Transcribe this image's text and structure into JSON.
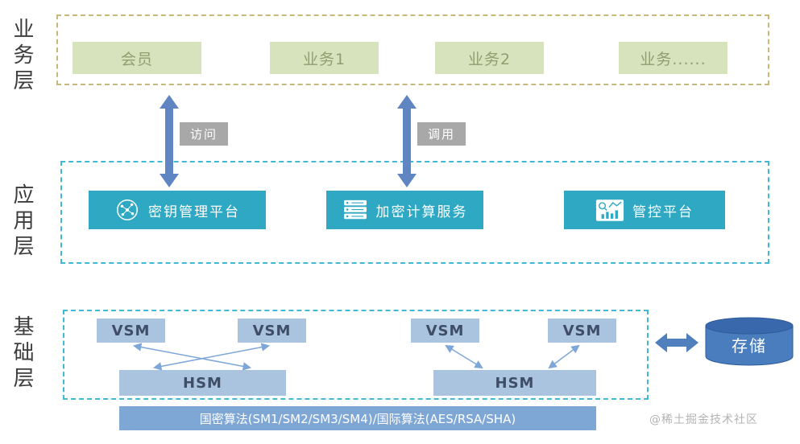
{
  "business_layer": {
    "label": "业务层",
    "boxes": [
      {
        "label": "会员"
      },
      {
        "label": "业务1"
      },
      {
        "label": "业务2"
      },
      {
        "label": "业务......"
      }
    ]
  },
  "app_layer": {
    "label": "应用层",
    "boxes": [
      {
        "label": "密钥管理平台",
        "icon": "network-icon"
      },
      {
        "label": "加密计算服务",
        "icon": "server-icon"
      },
      {
        "label": "管控平台",
        "icon": "dashboard-icon"
      }
    ]
  },
  "base_layer": {
    "label": "基础层",
    "vsm": [
      {
        "label": "VSM"
      },
      {
        "label": "VSM"
      },
      {
        "label": "VSM"
      },
      {
        "label": "VSM"
      }
    ],
    "hsm": [
      {
        "label": "HSM"
      },
      {
        "label": "HSM"
      }
    ],
    "algorithms": "国密算法(SM1/SM2/SM3/SM4)/国际算法(AES/RSA/SHA)"
  },
  "connectors": {
    "access_label": "访问",
    "invoke_label": "调用"
  },
  "storage": {
    "label": "存储",
    "icon": "database-cylinder"
  },
  "watermark": "@稀土掘金技术社区",
  "colors": {
    "business_box": "#d6e3bc",
    "business_frame": "#c6b878",
    "layer_frame": "#41b9d6",
    "app_box": "#2fa9c3",
    "vsm_hsm_box": "#aac4e0",
    "algorithm_bar": "#7fa7d6",
    "big_arrow": "#5f86c3",
    "thin_arrow": "#7da7d9",
    "storage_body": "#4a7dbd",
    "badge": "#a8a8a8"
  }
}
